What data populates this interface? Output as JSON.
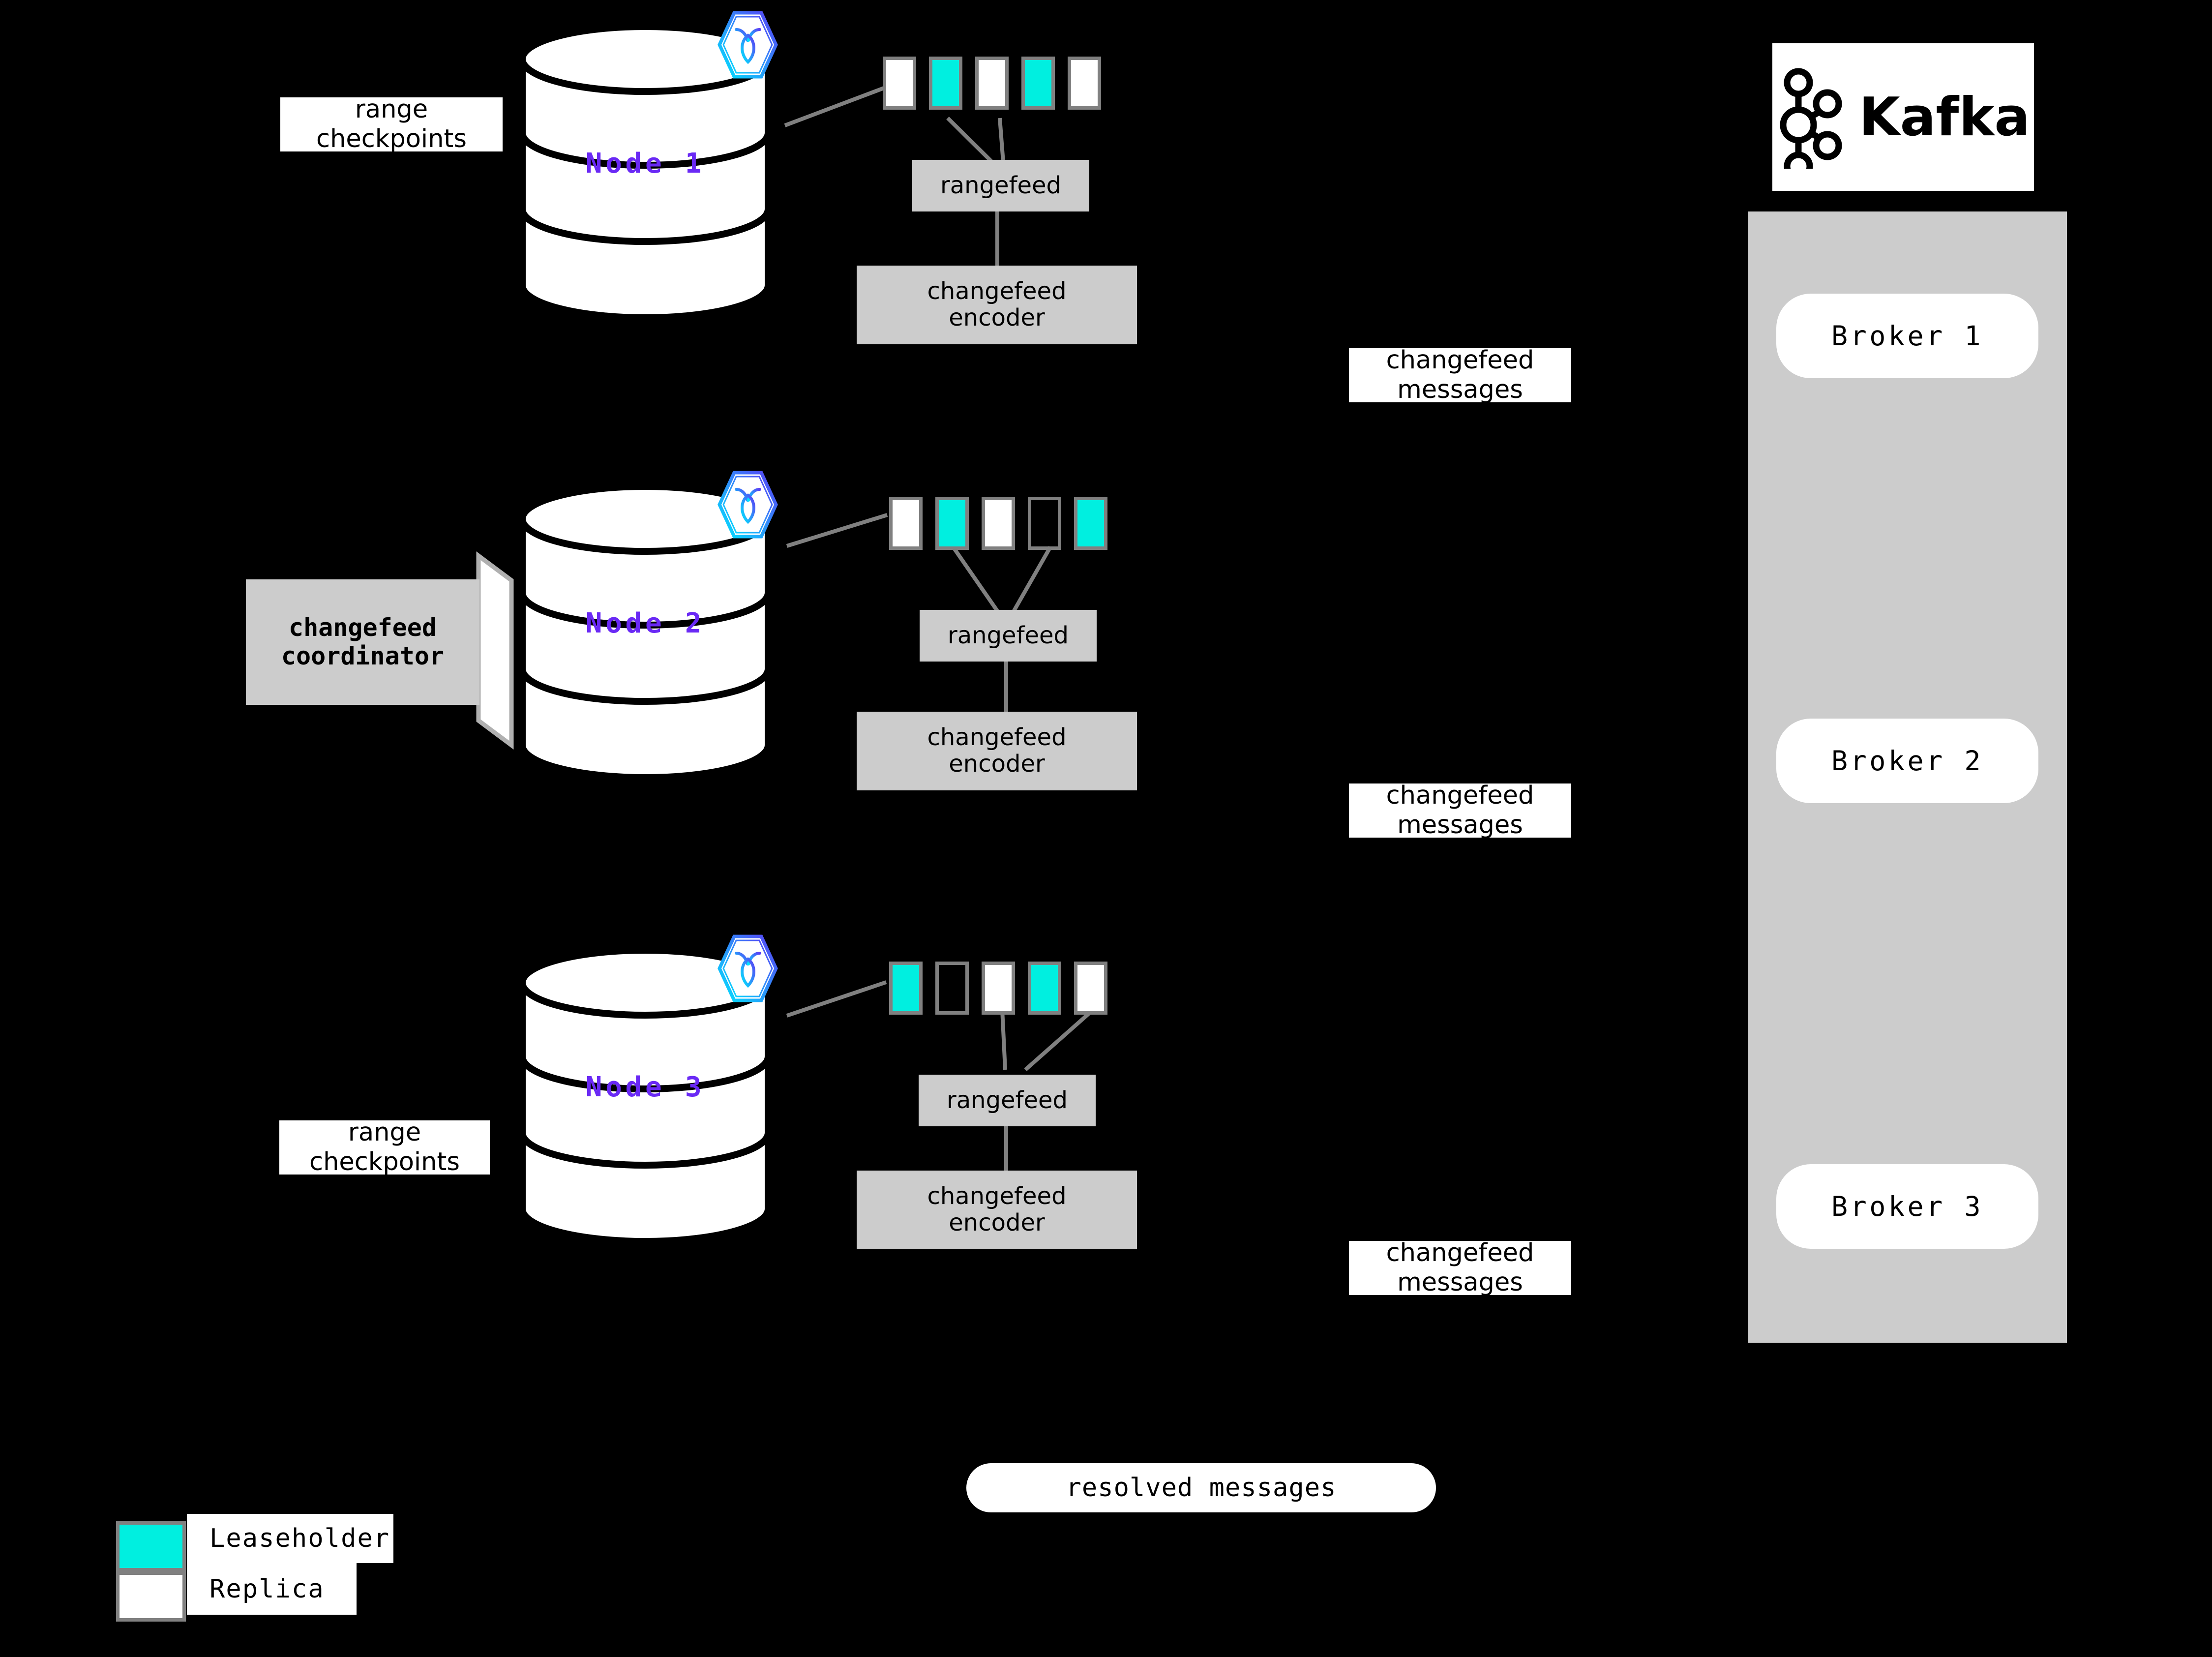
{
  "diagram": {
    "title": "CockroachDB changefeed to Kafka architecture",
    "background_color": "#000000",
    "accent_colors": {
      "leaseholder": "#00efe0",
      "replica": "#ffffff",
      "node_label": "#6a29f5",
      "process_box": "#cccccc",
      "connector": "#808080"
    }
  },
  "nodes": [
    {
      "id": "node-1",
      "label": "Node 1",
      "ranges": [
        "replica",
        "leaseholder",
        "replica",
        "leaseholder",
        "replica"
      ],
      "rangefeed_label": "rangefeed",
      "encoder_label": "changefeed\nencoder",
      "side_label": "range\ncheckpoints",
      "messages_label": "changefeed\nmessages"
    },
    {
      "id": "node-2",
      "label": "Node 2",
      "ranges": [
        "replica",
        "leaseholder",
        "replica",
        "empty",
        "leaseholder"
      ],
      "rangefeed_label": "rangefeed",
      "encoder_label": "changefeed\nencoder",
      "side_label": "changefeed\ncoordinator",
      "messages_label": "changefeed\nmessages"
    },
    {
      "id": "node-3",
      "label": "Node 3",
      "ranges": [
        "leaseholder",
        "empty",
        "replica",
        "leaseholder",
        "replica"
      ],
      "rangefeed_label": "rangefeed",
      "encoder_label": "changefeed\nencoder",
      "side_label": "range\ncheckpoints",
      "messages_label": "changefeed\nmessages"
    }
  ],
  "kafka": {
    "logo_text": "Kafka",
    "brokers": [
      {
        "label": "Broker 1"
      },
      {
        "label": "Broker 2"
      },
      {
        "label": "Broker 3"
      }
    ]
  },
  "resolved": {
    "label": "resolved messages"
  },
  "legend": {
    "items": [
      {
        "swatch": "leaseholder",
        "label": "Leaseholder",
        "color": "#00efe0"
      },
      {
        "swatch": "replica",
        "label": "Replica",
        "color": "#ffffff"
      }
    ]
  }
}
